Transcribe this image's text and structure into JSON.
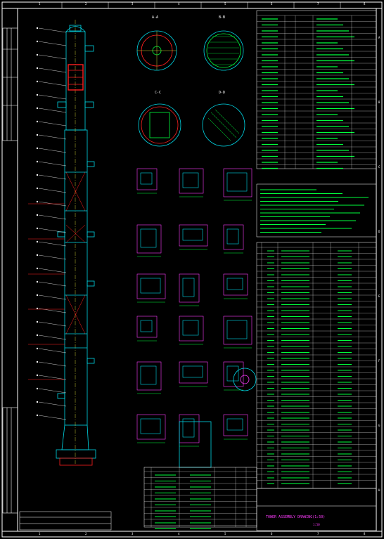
{
  "window": {
    "title": "CAD drawing viewer"
  },
  "colors": {
    "frame": "#ffffff",
    "cyan": "#00d7e6",
    "red": "#ff2020",
    "green": "#00ff3c",
    "yellow": "#ffff3c",
    "magenta": "#ff3cff",
    "bg": "#000000"
  },
  "border": {
    "cols": [
      "1",
      "2",
      "3",
      "4",
      "5",
      "6",
      "7",
      "8"
    ],
    "rows": [
      "A",
      "B",
      "C",
      "D",
      "E",
      "F",
      "G",
      "H"
    ]
  },
  "section_labels": {
    "a": "A-A",
    "b": "B-B",
    "c": "C-C",
    "d": "D-D"
  },
  "bottom_note": "TOWER ASSEMBLY DRAWING(1:50)",
  "bottom_note2": "1:50"
}
